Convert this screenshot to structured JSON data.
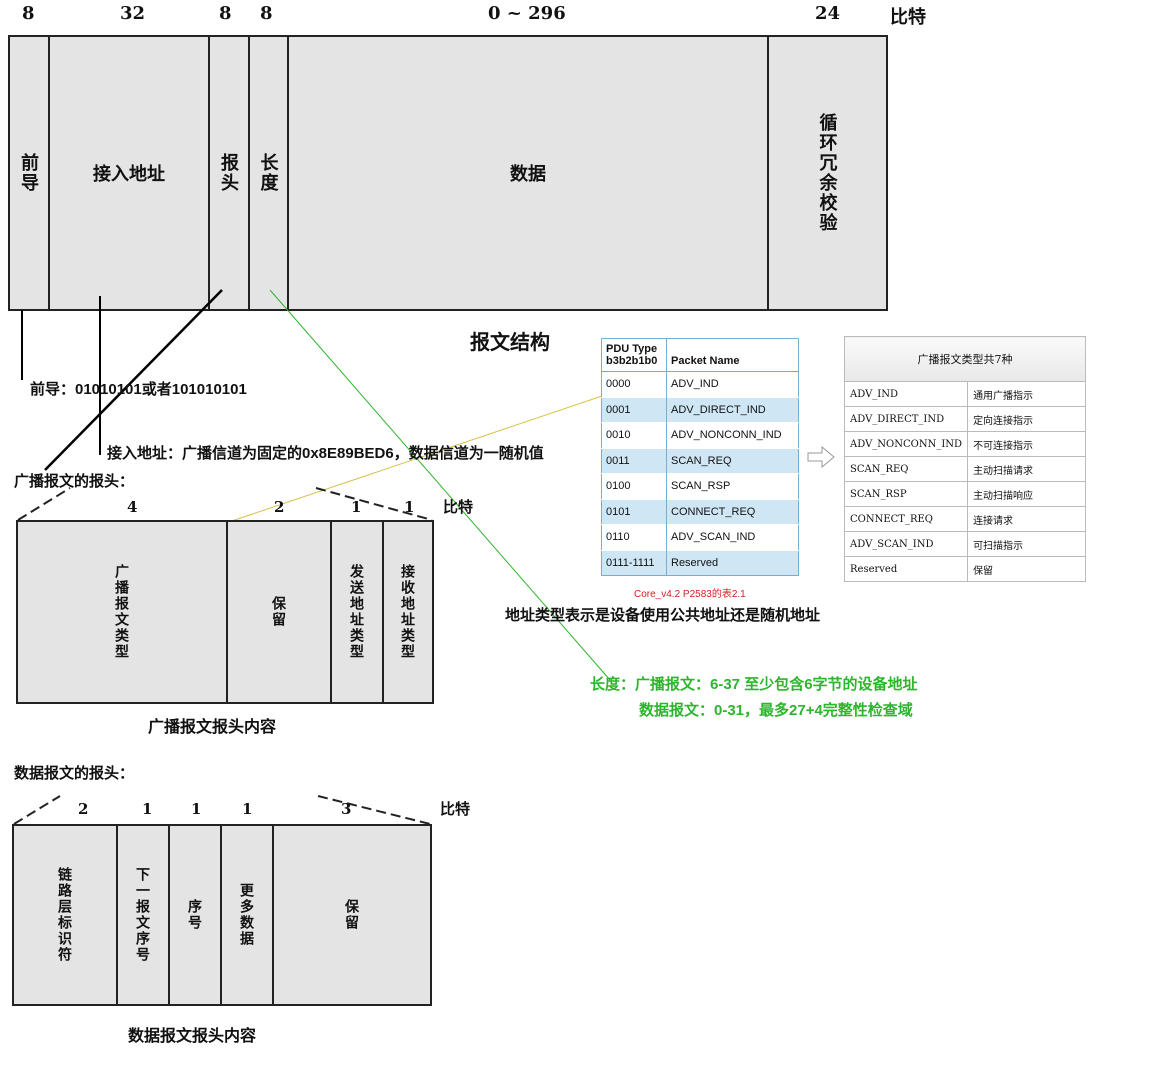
{
  "frame": {
    "bits": [
      "8",
      "32",
      "8",
      "8",
      "0 ~ 296",
      "24"
    ],
    "bits_unit": "比特",
    "fields": [
      "前导",
      "接入地址",
      "报头",
      "长度",
      "数据",
      "循环冗余校验"
    ],
    "caption": "报文结构"
  },
  "notes": {
    "preamble": "前导：01010101或者101010101",
    "access": "接入地址：广播信道为固定的0x8E89BED6，数据信道为一随机值",
    "adv_header_title": "广播报文的报头：",
    "addr_type": "地址类型表示是设备使用公共地址还是随机地址",
    "length_line1": "长度：广播报文：6-37    至少包含6字节的设备地址",
    "length_line2": "数据报文：0-31，最多27+4完整性检查域",
    "data_header_title": "数据报文的报头："
  },
  "adv_header": {
    "bits": [
      "4",
      "2",
      "1",
      "1"
    ],
    "bits_unit": "比特",
    "fields": [
      "广播报文类型",
      "保留",
      "发送地址类型",
      "接收地址类型"
    ],
    "caption": "广播报文报头内容"
  },
  "data_header": {
    "bits": [
      "2",
      "1",
      "1",
      "1",
      "3"
    ],
    "bits_unit": "比特",
    "fields": [
      "链路层标识符",
      "下一报文序号",
      "序号",
      "更多数据",
      "保留"
    ],
    "caption": "数据报文报头内容"
  },
  "pdu_table": {
    "header_col1_line1": "PDU Type",
    "header_col1_line2": "b3b2b1b0",
    "header_col2": "Packet Name",
    "rows": [
      [
        "0000",
        "ADV_IND"
      ],
      [
        "0001",
        "ADV_DIRECT_IND"
      ],
      [
        "0010",
        "ADV_NONCONN_IND"
      ],
      [
        "0011",
        "SCAN_REQ"
      ],
      [
        "0100",
        "SCAN_RSP"
      ],
      [
        "0101",
        "CONNECT_REQ"
      ],
      [
        "0110",
        "ADV_SCAN_IND"
      ],
      [
        "0111-1111",
        "Reserved"
      ]
    ],
    "caption": "Core_v4.2 P2583的表2.1"
  },
  "zh_table": {
    "title": "广播报文类型共7种",
    "rows": [
      [
        "ADV_IND",
        "通用广播指示"
      ],
      [
        "ADV_DIRECT_IND",
        "定向连接指示"
      ],
      [
        "ADV_NONCONN_IND",
        "不可连接指示"
      ],
      [
        "SCAN_REQ",
        "主动扫描请求"
      ],
      [
        "SCAN_RSP",
        "主动扫描响应"
      ],
      [
        "CONNECT_REQ",
        "连接请求"
      ],
      [
        "ADV_SCAN_IND",
        "可扫描指示"
      ],
      [
        "Reserved",
        "保留"
      ]
    ]
  },
  "colors": {
    "green": "#2db52d",
    "table_blue": "#cfe7f5",
    "caption_red": "#d62020"
  }
}
